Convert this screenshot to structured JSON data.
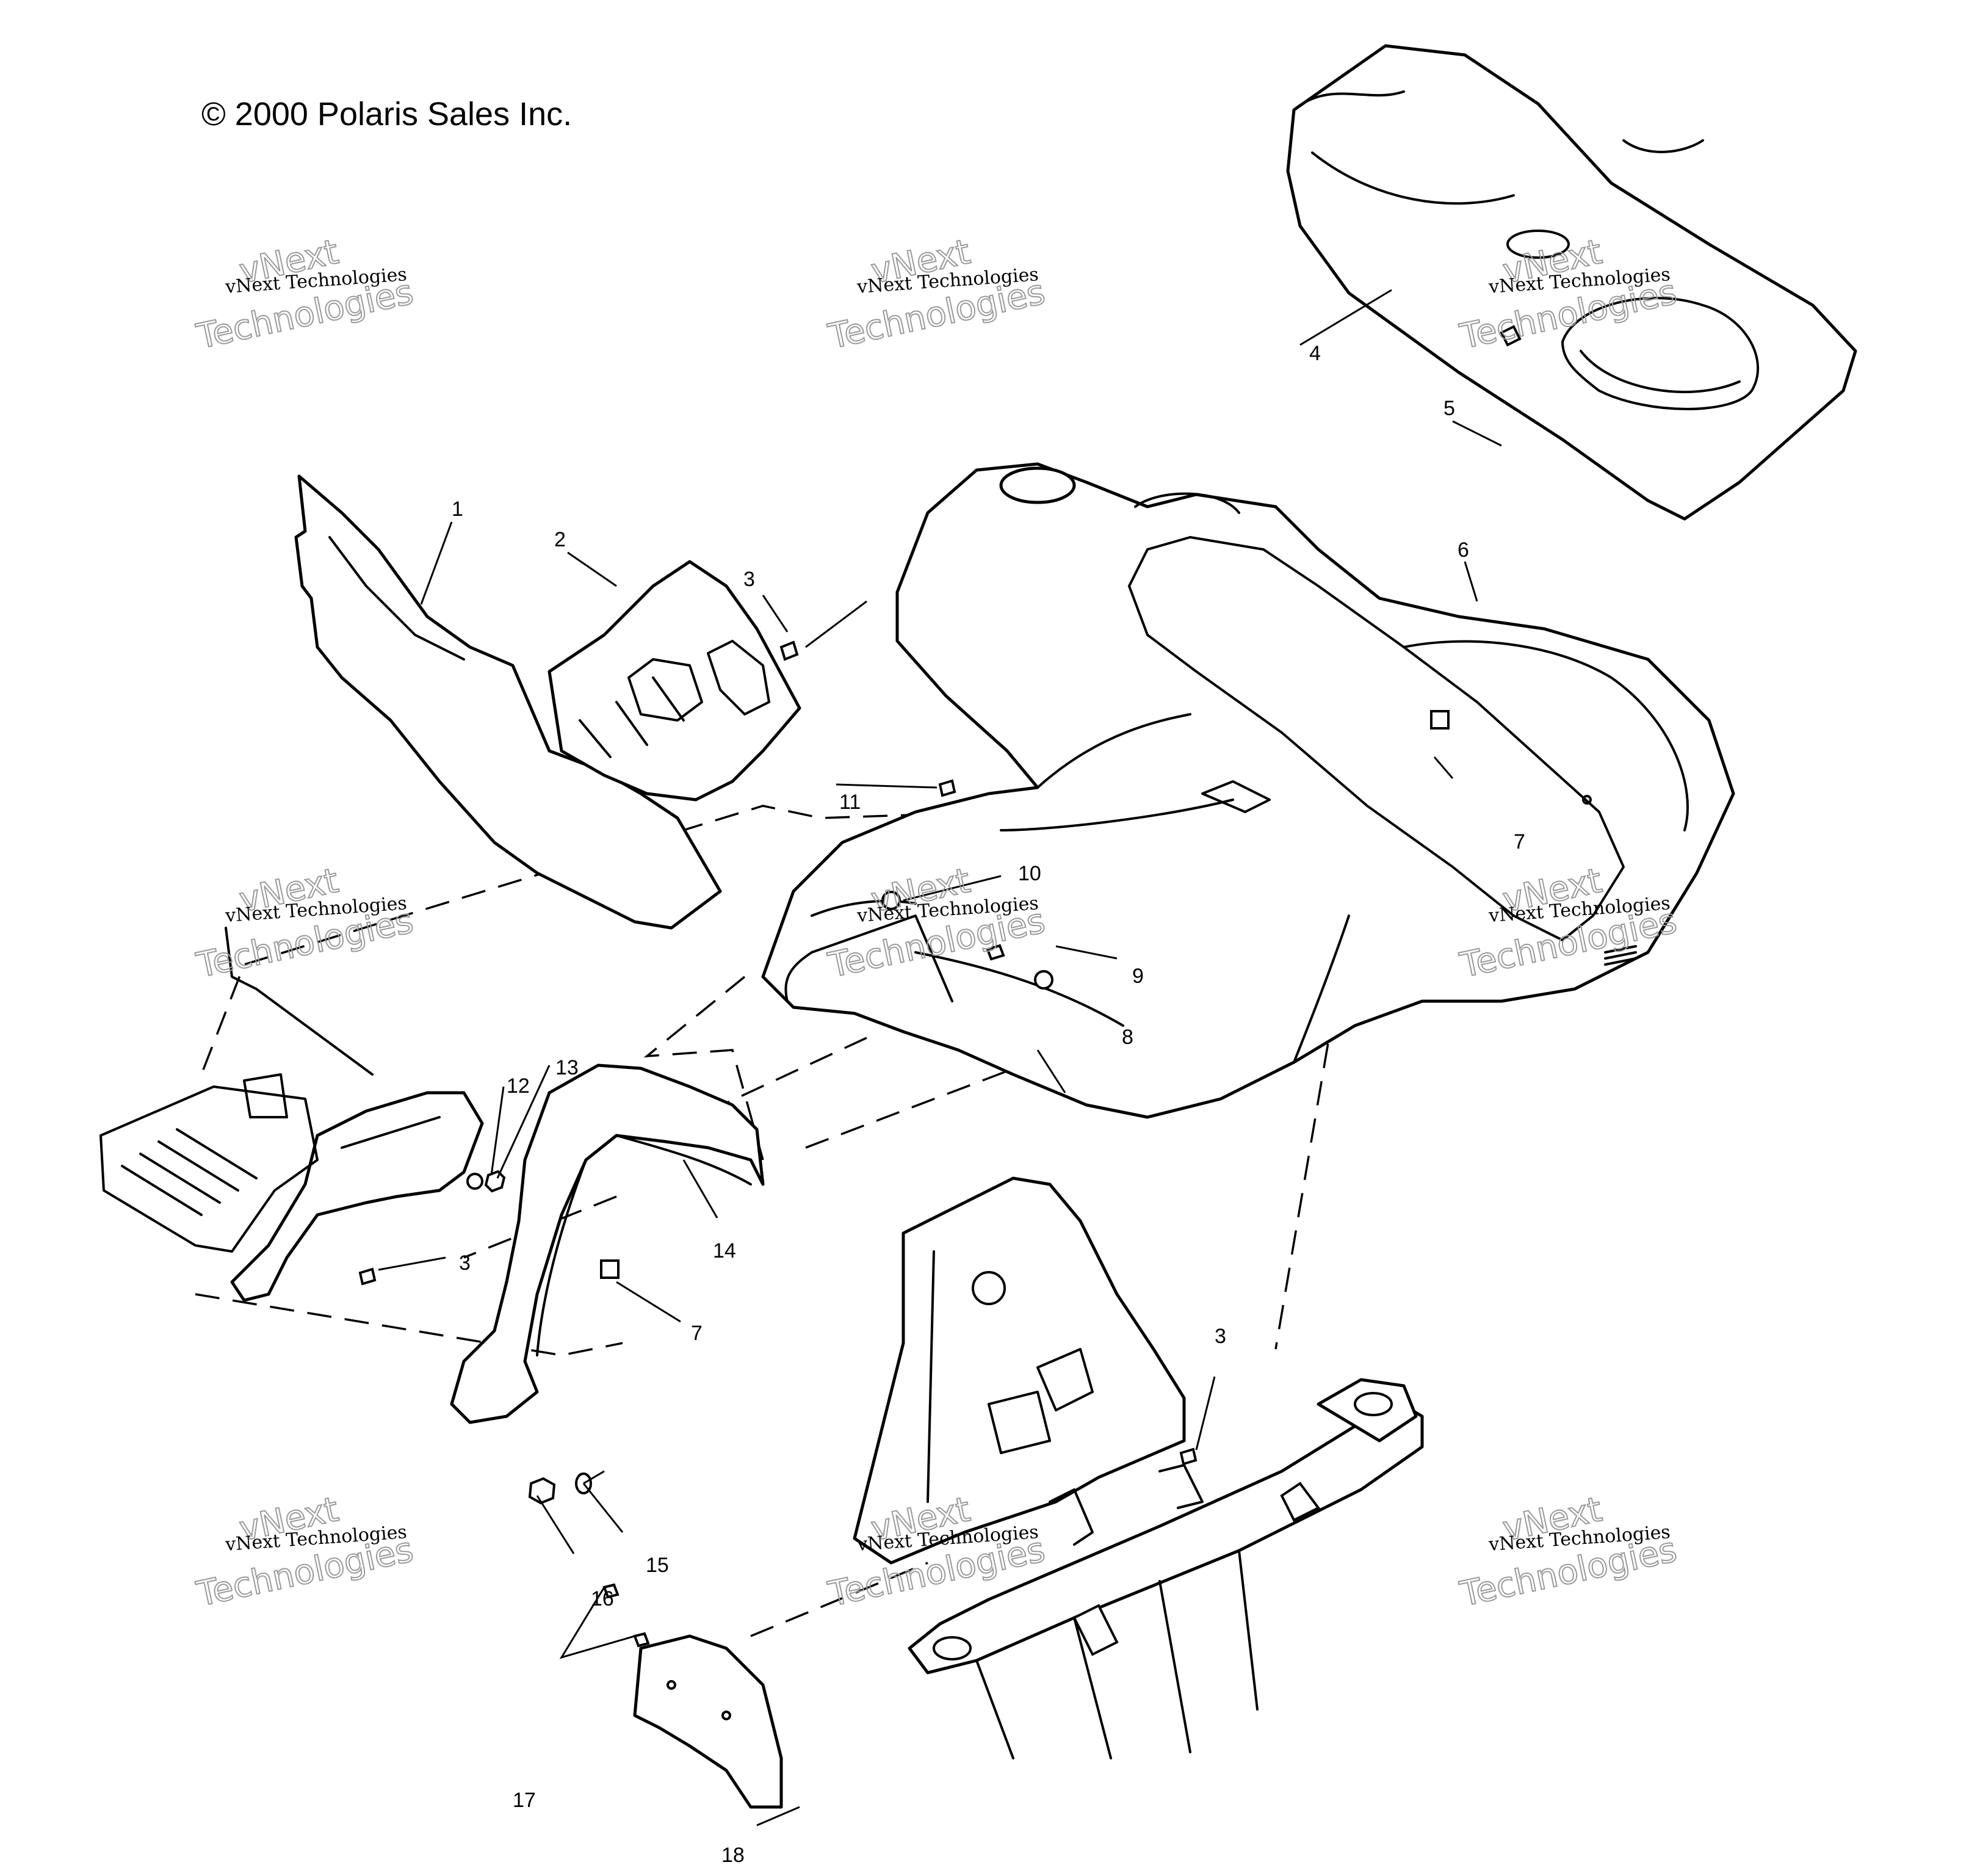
{
  "copyright": "© 2000 Polaris Sales Inc.",
  "watermark": {
    "line1": "vNext Technologies",
    "line2": "vNext",
    "line3": "Technologies"
  },
  "callouts": [
    "1",
    "2",
    "3",
    "4",
    "5",
    "6",
    "7",
    "8",
    "9",
    "10",
    "11",
    "3",
    "12",
    "13",
    "14",
    "7",
    "3",
    "15",
    "16",
    "17",
    "18"
  ]
}
